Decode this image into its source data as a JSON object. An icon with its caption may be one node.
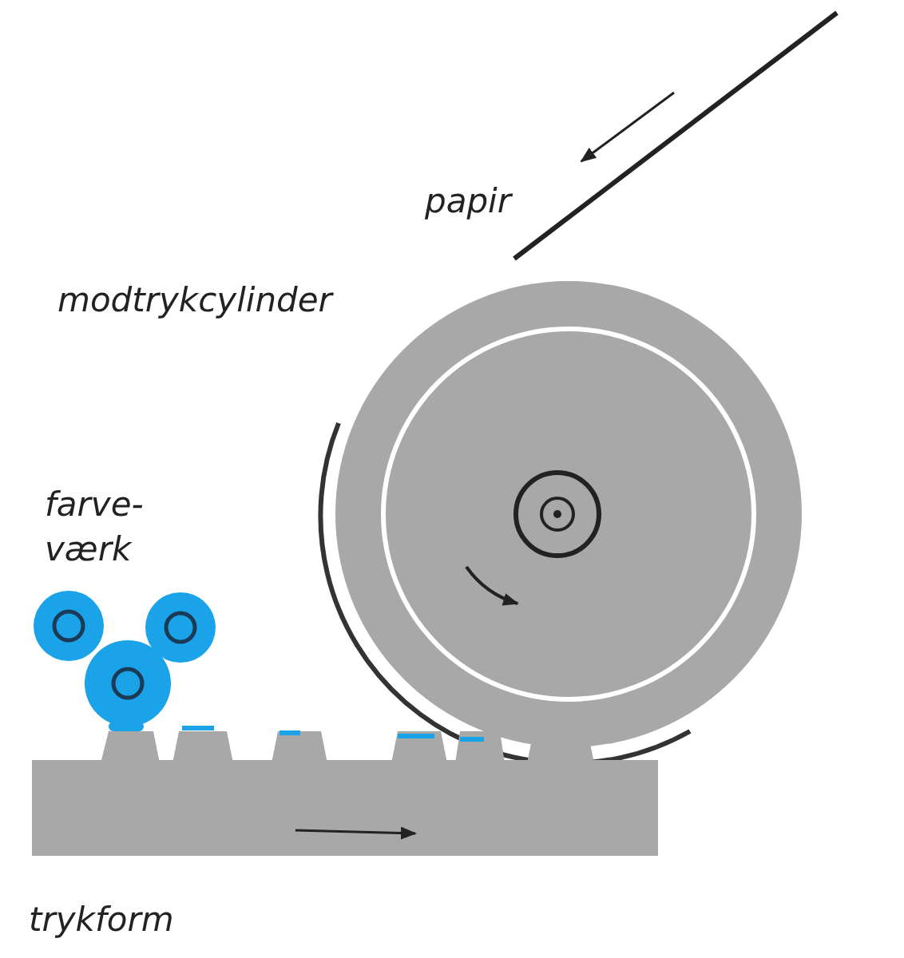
{
  "diagram": {
    "labels": [
      "papir",
      "modtrykcylinder",
      "farve- værk",
      "trykform"
    ]
  }
}
